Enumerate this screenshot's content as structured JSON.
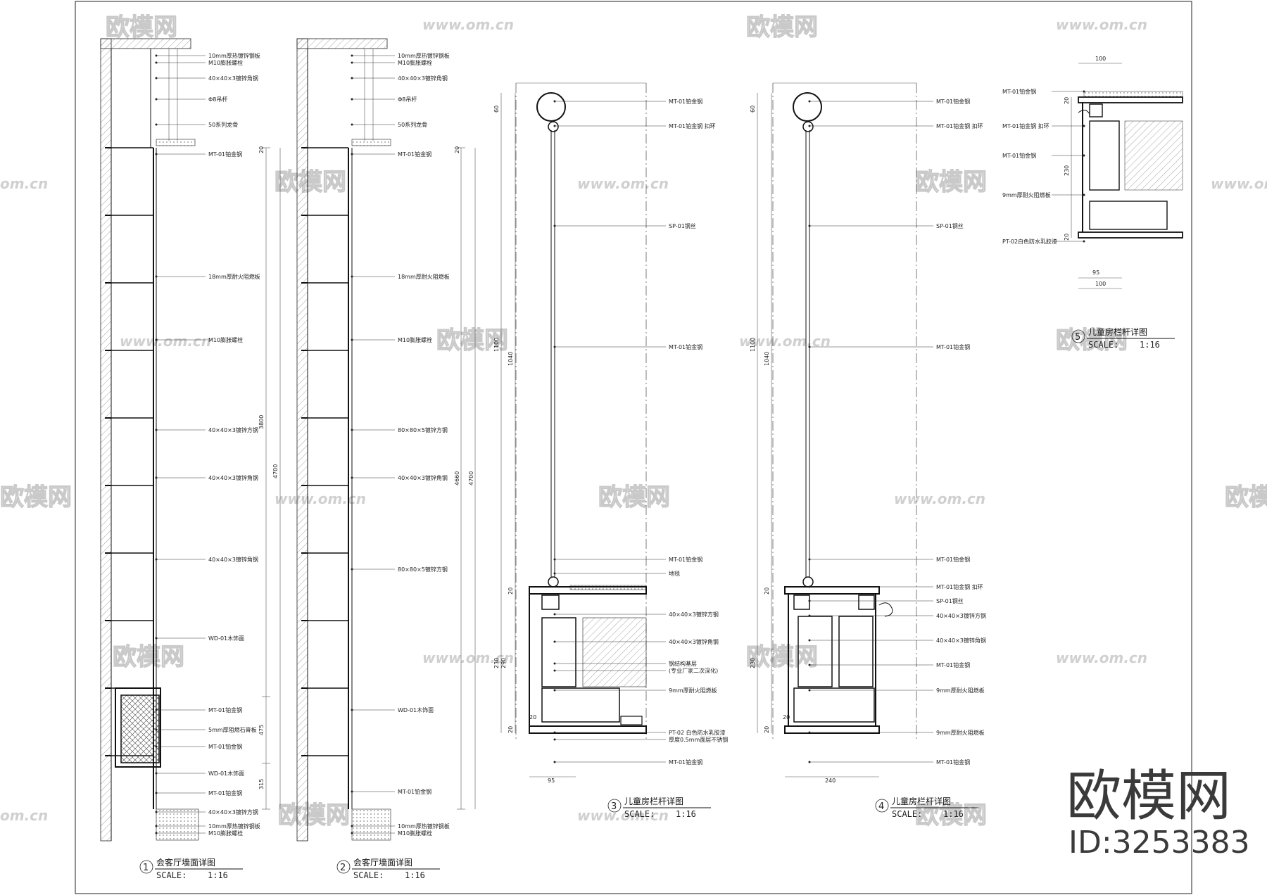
{
  "watermark": {
    "brand": "欧模网",
    "url": "www.om.cn",
    "url_fragment": "om.cn",
    "brand_fragment": "欧模网"
  },
  "branding": {
    "logo_text": "欧模网",
    "id_text": "ID:3253383"
  },
  "details": [
    {
      "num": "1",
      "title": "会客厅墙面详图",
      "scale_label": "SCALE:",
      "scale_value": "1:16",
      "notes": [
        "10mm厚热镀锌钢板",
        "M10膨胀螺栓",
        "40×40×3镀锌角钢",
        "Φ8吊杆",
        "50系列龙骨",
        "MT-01铂金钢",
        "18mm厚耐火阻燃板",
        "M10膨胀螺栓",
        "40×40×3镀锌方钢",
        "40×40×3镀锌角钢",
        "40×40×3镀锌角钢",
        "WD-01木饰面",
        "MT-01铂金钢",
        "5mm厚阻燃石膏板",
        "MT-01铂金钢",
        "WD-01木饰面",
        "MT-01铂金钢",
        "40×40×3镀锌方钢",
        "10mm厚热镀锌钢板",
        "M10膨胀螺栓"
      ],
      "dims": [
        "3800",
        "4700",
        "475",
        "315",
        "20"
      ]
    },
    {
      "num": "2",
      "title": "会客厅墙面详图",
      "scale_label": "SCALE:",
      "scale_value": "1:16",
      "notes": [
        "10mm厚热镀锌钢板",
        "M10膨胀螺栓",
        "40×40×3镀锌角钢",
        "Φ8吊杆",
        "50系列龙骨",
        "MT-01铂金钢",
        "18mm厚耐火阻燃板",
        "M10膨胀螺栓",
        "80×80×5镀锌方钢",
        "40×40×3镀锌角钢",
        "80×80×5镀锌方钢",
        "WD-01木饰面",
        "MT-01铂金钢",
        "10mm厚热镀锌钢板",
        "M10膨胀螺栓"
      ],
      "dims": [
        "4660",
        "4700",
        "20"
      ]
    },
    {
      "num": "3",
      "title": "儿童房栏杆详图",
      "scale_label": "SCALE:",
      "scale_value": "1:16",
      "notes": [
        "MT-01铂金钢",
        "MT-01铂金钢 扣环",
        "SP-01钢丝",
        "MT-01铂金钢",
        "MT-01铂金钢",
        "地毯",
        "40×40×3镀锌方钢",
        "40×40×3镀锌角钢",
        "钢结构基层",
        "(专业厂家二次深化)",
        "9mm厚耐火阻燃板",
        "PT-02 白色防水乳胶漆",
        "厚度0.5mm面层不锈钢",
        "MT-01铂金钢"
      ],
      "dims": [
        "60",
        "1100",
        "1040",
        "20",
        "230",
        "290",
        "20",
        "20",
        "95"
      ]
    },
    {
      "num": "4",
      "title": "儿童房栏杆详图",
      "scale_label": "SCALE:",
      "scale_value": "1:16",
      "notes": [
        "MT-01铂金钢",
        "MT-01铂金钢 扣环",
        "SP-01钢丝",
        "MT-01铂金钢",
        "MT-01铂金钢",
        "MT-01铂金钢 扣环",
        "SP-01钢丝",
        "40×40×3镀锌方钢",
        "40×40×3镀锌角钢",
        "MT-01铂金钢",
        "9mm厚耐火阻燃板",
        "9mm厚耐火阻燃板",
        "MT-01铂金钢"
      ],
      "dims": [
        "60",
        "1100",
        "1040",
        "20",
        "230",
        "20",
        "20",
        "240"
      ]
    },
    {
      "num": "5",
      "title": "儿童房栏杆详图",
      "scale_label": "SCALE:",
      "scale_value": "1:16",
      "notes": [
        "MT-01铂金钢",
        "MT-01铂金钢 扣环",
        "MT-01铂金钢",
        "9mm厚耐火阻燃板",
        "PT-02白色防水乳胶漆"
      ],
      "dims": [
        "100",
        "20",
        "230",
        "20",
        "95",
        "100"
      ]
    }
  ]
}
